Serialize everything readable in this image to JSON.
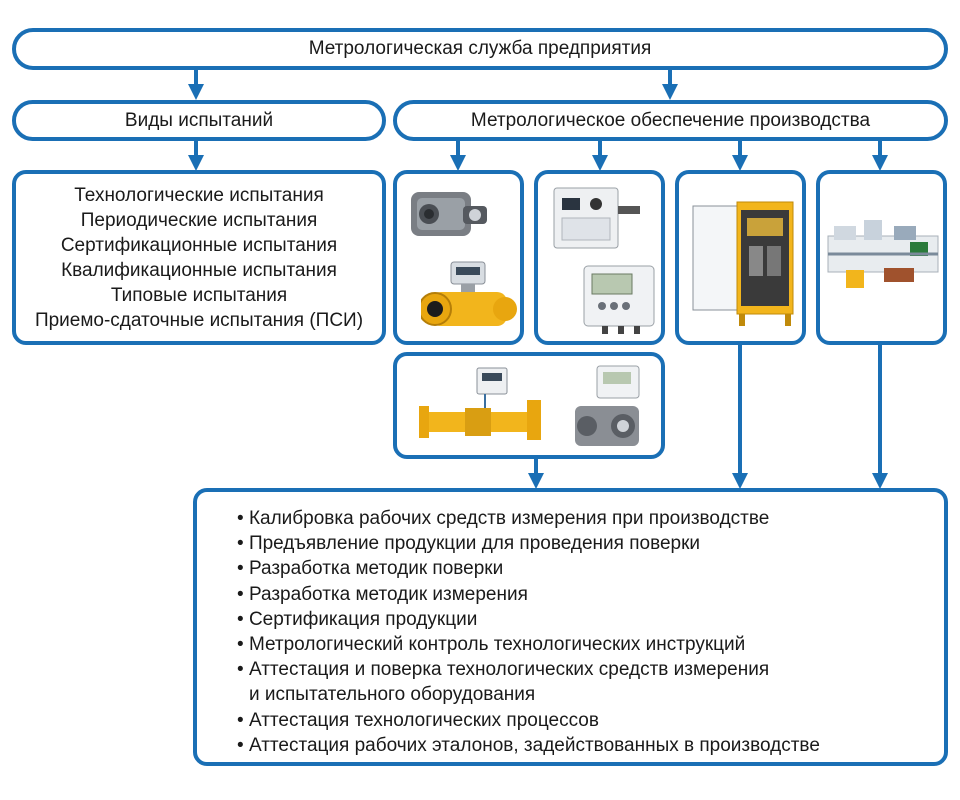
{
  "top": {
    "title": "Метрологическая служба предприятия"
  },
  "left": {
    "title": "Виды испытаний",
    "items": [
      "Технологические испытания",
      "Периодические испытания",
      "Сертификационные испытания",
      "Квалификационные испытания",
      "Типовые испытания",
      "Приемо-сдаточные испытания (ПСИ)"
    ]
  },
  "right": {
    "title": "Метрологическое обеспечение производства"
  },
  "bottom": {
    "items": [
      "Калибровка рабочих средств измерения при производстве",
      "Предъявление продукции для проведения поверки",
      "Разработка методик поверки",
      "Разработка методик измерения",
      "Сертификация продукции",
      "Метрологический контроль технологических инструкций",
      "Аттестация и поверка технологических средств измерения",
      "и испытательного оборудования",
      "Аттестация технологических процессов",
      "Аттестация рабочих эталонов, задействованных в производстве"
    ]
  },
  "colors": {
    "border": "#1a6fb5",
    "arrow": "#1a6fb5",
    "yellow": "#f2b51c",
    "steel": "#6f7378"
  },
  "icons": [
    "rotary-gas-meter-icon",
    "turbine-gas-meter-icon",
    "flow-computer-icon",
    "electronic-corrector-icon",
    "yellow-cabinet-icon",
    "test-bench-icon",
    "pipeline-meter-assembly-icon",
    "meter-with-corrector-icon"
  ]
}
